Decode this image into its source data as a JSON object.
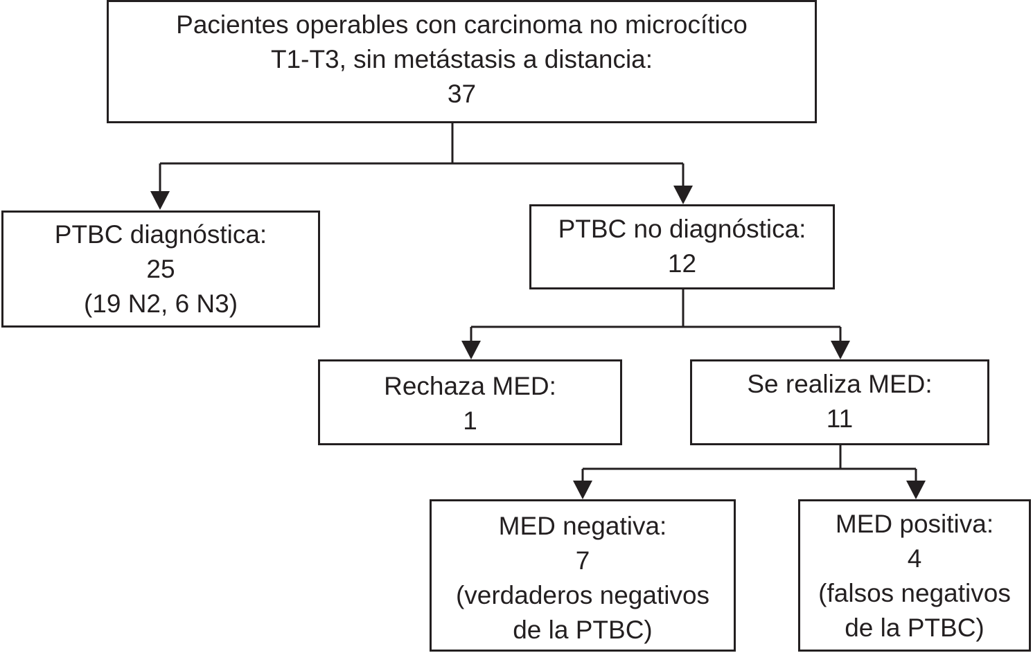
{
  "root": {
    "line1": "Pacientes operables con carcinoma no microcítico",
    "line2": "T1-T3, sin metástasis a distancia:",
    "count": "37"
  },
  "ptbc_diag": {
    "label": "PTBC diagnóstica:",
    "count": "25",
    "detail": "(19 N2, 6 N3)"
  },
  "ptbc_nodiag": {
    "label": "PTBC no diagnóstica:",
    "count": "12"
  },
  "rechaza": {
    "label": "Rechaza MED:",
    "count": "1"
  },
  "realiza": {
    "label": "Se realiza MED:",
    "count": "11"
  },
  "med_neg": {
    "label": "MED negativa:",
    "count": "7",
    "detail1": "(verdaderos negativos",
    "detail2": "de la PTBC)"
  },
  "med_pos": {
    "label": "MED positiva:",
    "count": "4",
    "detail1": "(falsos negativos",
    "detail2": "de la PTBC)"
  }
}
